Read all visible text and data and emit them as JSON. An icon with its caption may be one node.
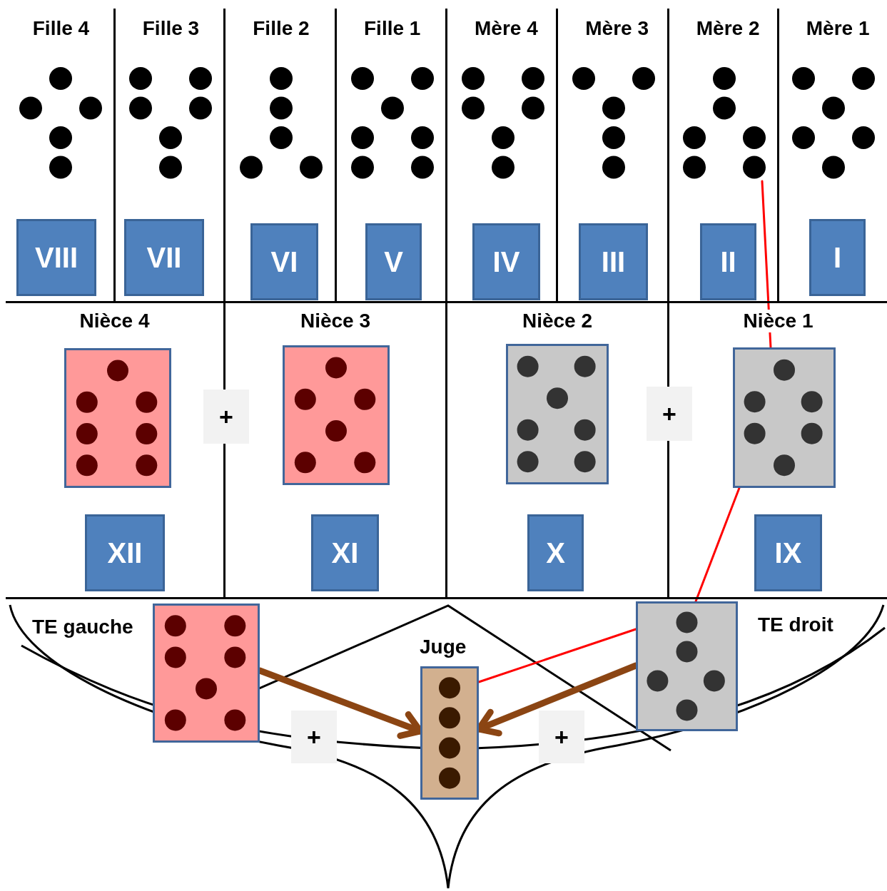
{
  "diagram": {
    "nodes": [
      {
        "text": [
          "Fille 4"
        ]
      },
      {
        "text": [],
        "shape": "picture",
        "in": 0
      },
      {
        "text": [
          "VIII"
        ],
        "in": 0
      },
      {
        "text": [
          "Fille 3"
        ]
      },
      {
        "text": [],
        "shape": "picture",
        "in": 3
      },
      {
        "text": [
          "VII"
        ],
        "in": 3
      },
      {
        "text": [
          "Fille 2"
        ]
      },
      {
        "text": [],
        "shape": "picture",
        "in": 6
      },
      {
        "text": [
          "VI"
        ],
        "in": 6
      },
      {
        "text": [
          "Fille 1"
        ]
      },
      {
        "text": [],
        "shape": "picture",
        "in": 9
      },
      {
        "text": [
          "V"
        ],
        "in": 9
      },
      {
        "text": [
          "Mère 4"
        ]
      },
      {
        "text": [],
        "shape": "picture",
        "in": 12
      },
      {
        "text": [
          "IV"
        ],
        "in": 12
      },
      {
        "text": [
          "Mère 3"
        ]
      },
      {
        "text": [],
        "shape": "picture",
        "in": 15
      },
      {
        "text": [
          "III"
        ],
        "in": 15
      },
      {
        "text": [
          "Mère 2"
        ]
      },
      {
        "text": [],
        "shape": "picture",
        "in": 18
      },
      {
        "text": [
          "II"
        ],
        "in": 18
      },
      {
        "text": [
          "Mère 1"
        ]
      },
      {
        "text": [],
        "shape": "picture",
        "in": 21
      },
      {
        "text": [
          "I"
        ],
        "in": 21
      },
      {
        "text": [
          "Nièce 4"
        ]
      },
      {
        "text": [],
        "shape": "box",
        "in": 24
      },
      {
        "text": [
          "XII"
        ],
        "in": 24
      },
      {
        "text": [
          "Nièce 3"
        ]
      },
      {
        "text": [],
        "shape": "box",
        "in": 27
      },
      {
        "text": [
          "XI"
        ],
        "in": 27
      },
      {
        "text": [
          "Nièce 2"
        ]
      },
      {
        "text": [],
        "shape": "box",
        "in": 30
      },
      {
        "text": [
          "X"
        ],
        "in": 30
      },
      {
        "text": [
          "Nièce 1"
        ]
      },
      {
        "text": [],
        "shape": "box",
        "in": 33
      },
      {
        "text": [
          "IX"
        ],
        "in": 33
      },
      {
        "text": [
          "+"
        ]
      },
      {
        "text": [
          "+"
        ]
      },
      {
        "text": [
          "TE gauche"
        ]
      },
      {
        "text": [
          "Juge"
        ]
      },
      {
        "text": [
          "TE droit"
        ]
      },
      {
        "text": [
          "+"
        ]
      },
      {
        "text": [
          "+"
        ]
      }
    ],
    "edges": [
      {
        "from": 38,
        "to": 39,
        "arrow": "to",
        "style": "thick",
        "color": "#8b4513"
      },
      {
        "from": 40,
        "to": 39,
        "arrow": "to",
        "style": "thick",
        "color": "#8b4513"
      },
      {
        "from": 19,
        "to": 34,
        "arrow": "none",
        "color": "#ff0000"
      },
      {
        "from": 34,
        "to": 40,
        "arrow": "none",
        "color": "#ff0000"
      },
      {
        "from": 40,
        "to": 39,
        "arrow": "none",
        "color": "#ff0000"
      }
    ]
  }
}
